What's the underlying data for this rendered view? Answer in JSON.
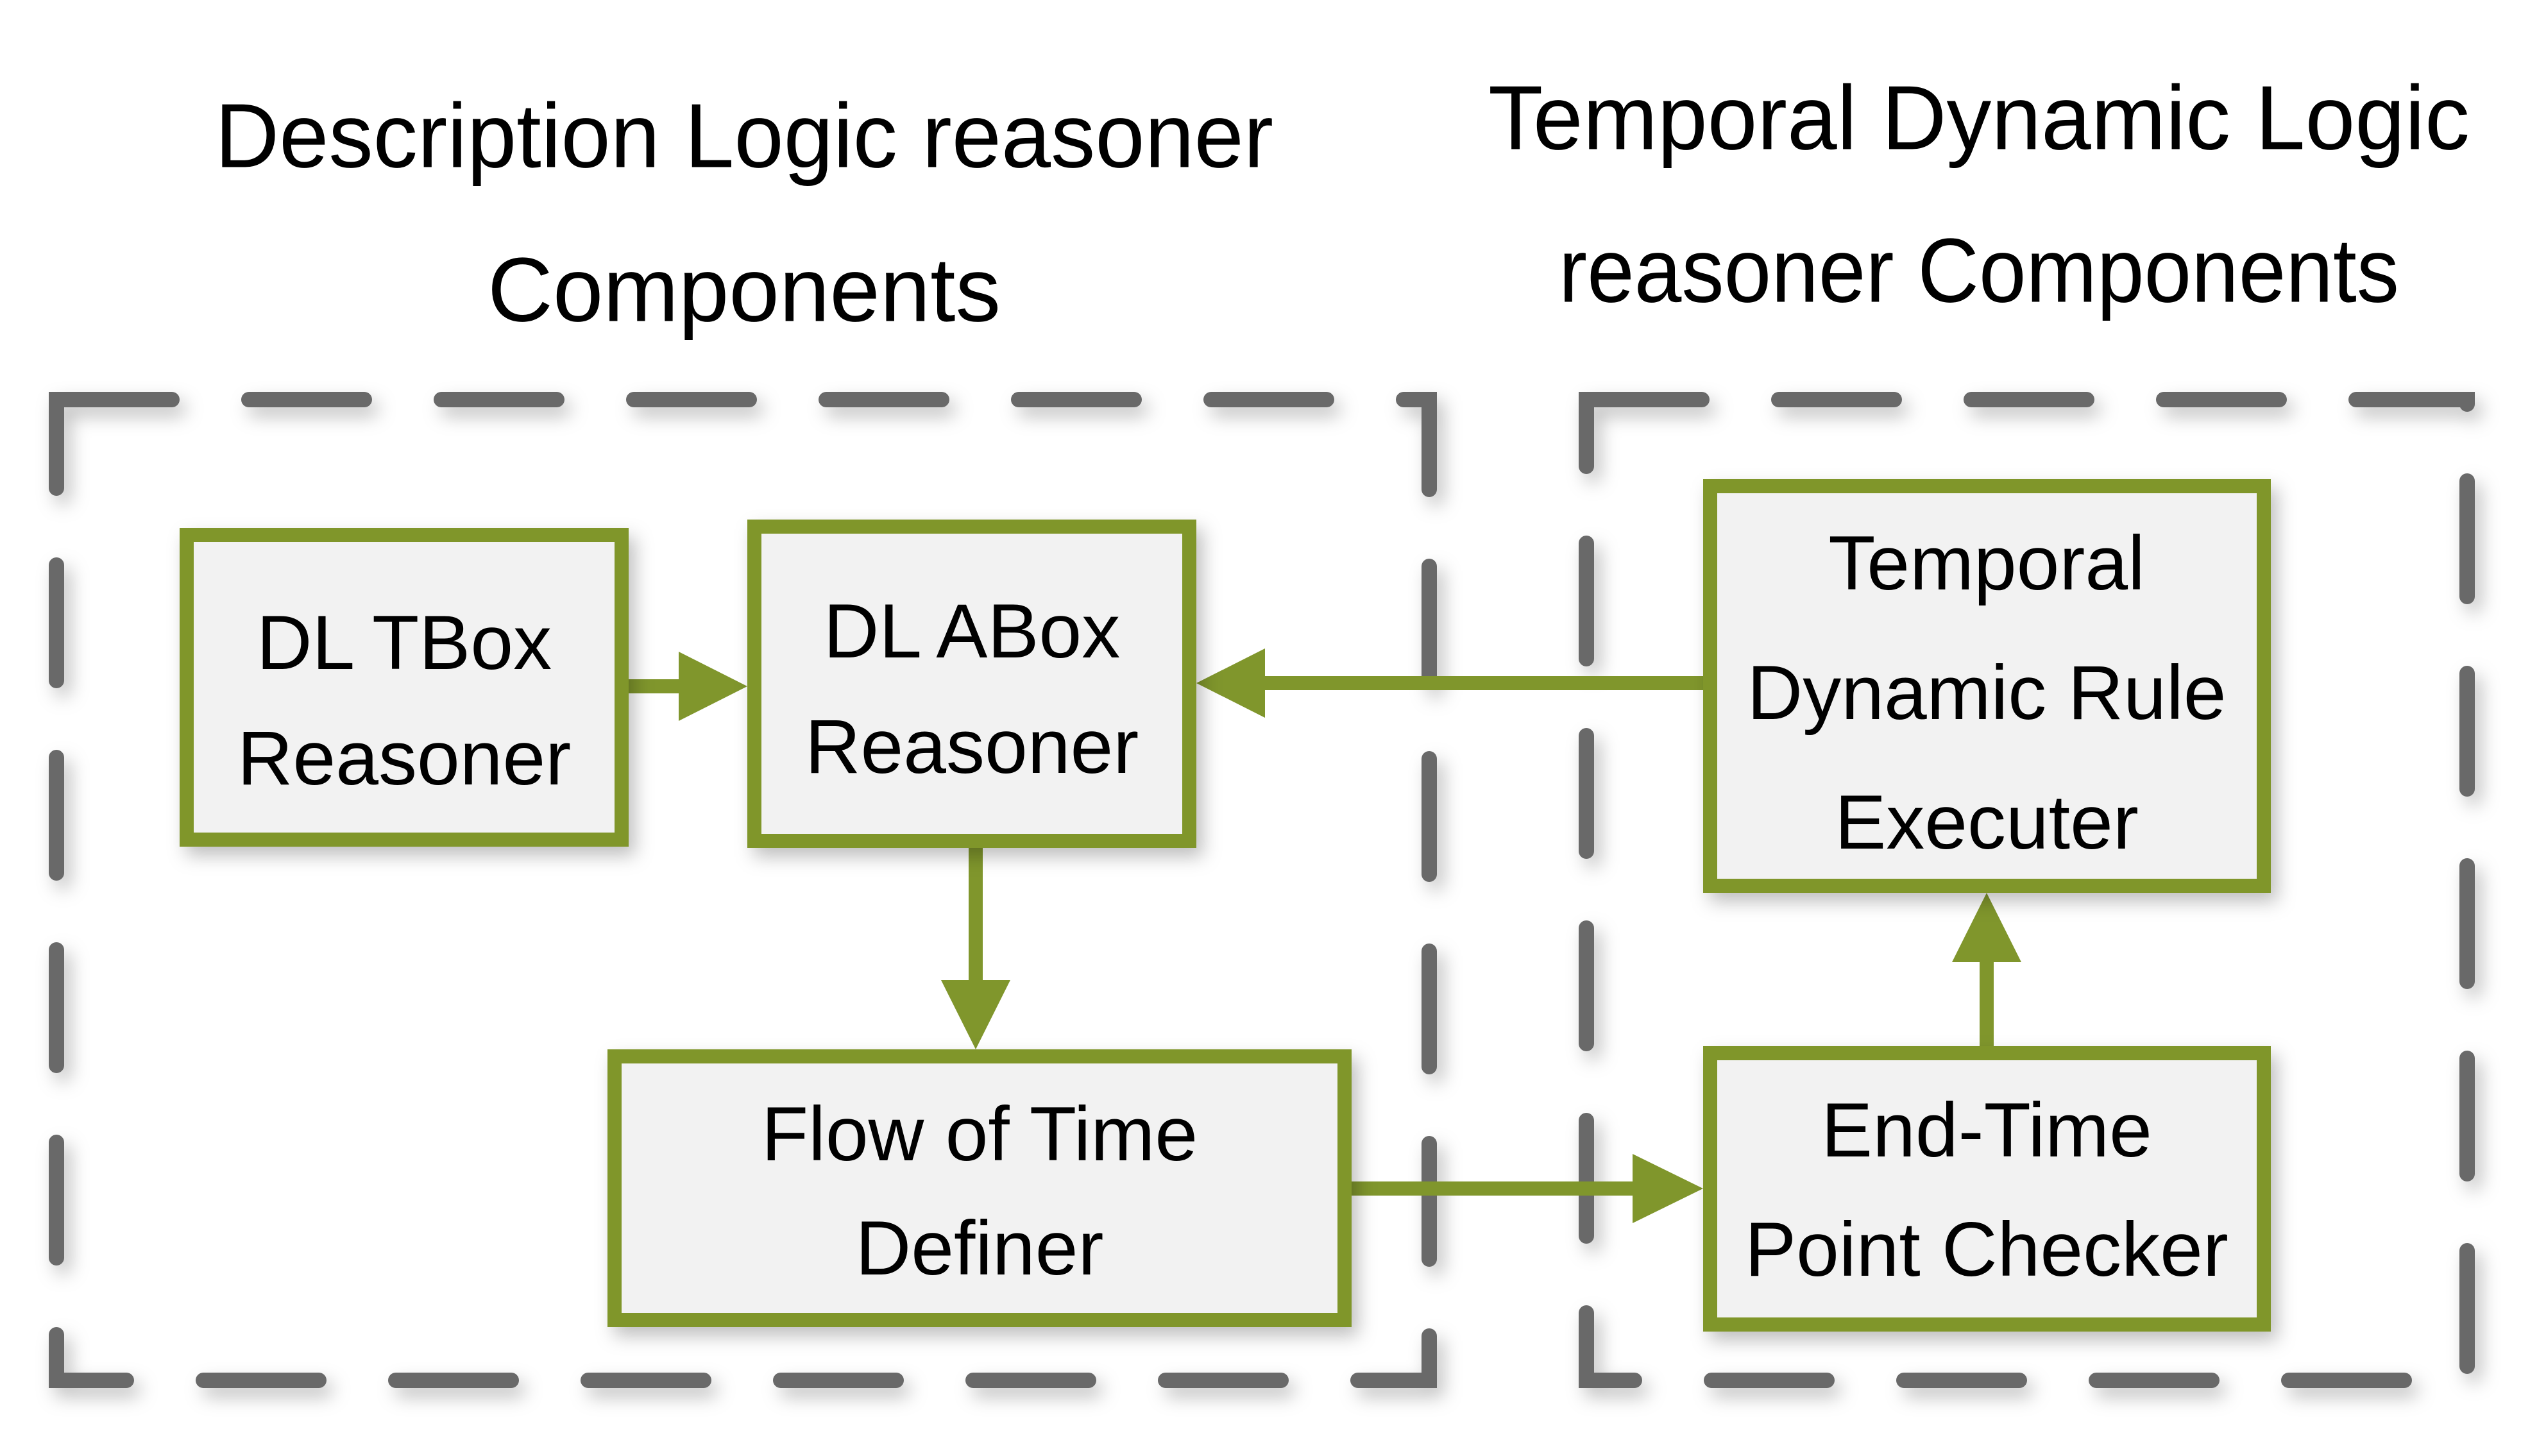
{
  "titles": {
    "left": {
      "line1": "Description Logic reasoner",
      "line2": "Components"
    },
    "right": {
      "line1": "Temporal Dynamic Logic",
      "line2": "reasoner Components"
    }
  },
  "boxes": {
    "dl_tbox_reasoner": {
      "line1": "DL TBox",
      "line2": "Reasoner"
    },
    "dl_abox_reasoner": {
      "line1": "DL ABox",
      "line2": "Reasoner"
    },
    "flow_of_time_definer": {
      "line1": "Flow of Time",
      "line2": "Definer"
    },
    "temporal_dynamic_rule_executer": {
      "line1": "Temporal",
      "line2": "Dynamic Rule",
      "line3": "Executer"
    },
    "end_time_point_checker": {
      "line1": "End-Time",
      "line2": "Point Checker"
    }
  },
  "colors": {
    "accent_green": "#80962C",
    "box_fill": "#F2F2F2",
    "dash_gray": "#696969",
    "text": "#000000",
    "background": "#FFFFFF"
  }
}
